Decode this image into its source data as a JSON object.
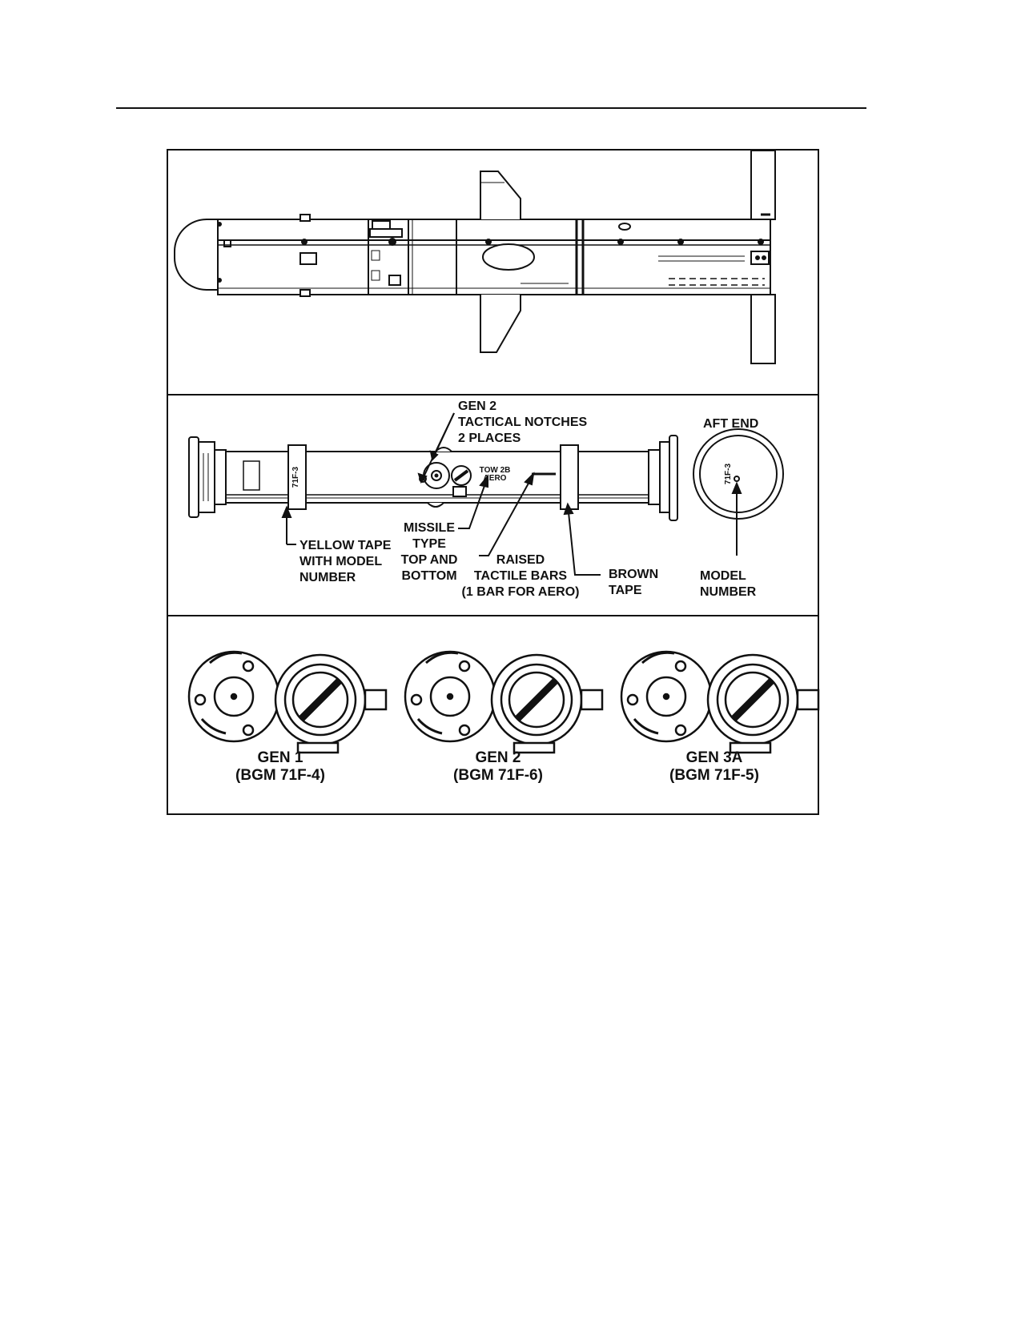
{
  "middle_panel": {
    "notches_callout": [
      "GEN 2",
      "TACTICAL NOTCHES",
      "2 PLACES"
    ],
    "aft_end_title": "AFT END",
    "tape_model_text": "71F-3",
    "aft_model_text": "71F-3",
    "tow_text": [
      "TOW 2B",
      "AERO"
    ],
    "yellow_tape_callout": [
      "YELLOW TAPE",
      "WITH MODEL",
      "NUMBER"
    ],
    "missile_type_callout": [
      "MISSILE",
      "TYPE",
      "TOP AND",
      "BOTTOM"
    ],
    "tactile_bars_callout": [
      "RAISED",
      "TACTILE BARS",
      "(1 BAR FOR AERO)"
    ],
    "brown_tape_callout": [
      "BROWN",
      "TAPE"
    ],
    "model_number_callout": [
      "MODEL",
      "NUMBER"
    ]
  },
  "bottom_panel": {
    "variants": [
      {
        "name": "GEN 1",
        "model": "(BGM 71F-4)"
      },
      {
        "name": "GEN 2",
        "model": "(BGM 71F-6)"
      },
      {
        "name": "GEN 3A",
        "model": "(BGM 71F-5)"
      }
    ]
  }
}
